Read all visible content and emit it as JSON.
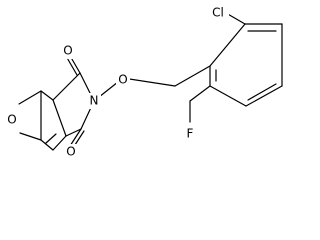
{
  "atoms": {
    "chlorine": "Cl",
    "fluorine": "F",
    "ether_oxygen": "O",
    "n_oxygen": "O",
    "nitrogen": "N",
    "carbonyl_oxygen_top": "O",
    "carbonyl_oxygen_bottom": "O"
  }
}
